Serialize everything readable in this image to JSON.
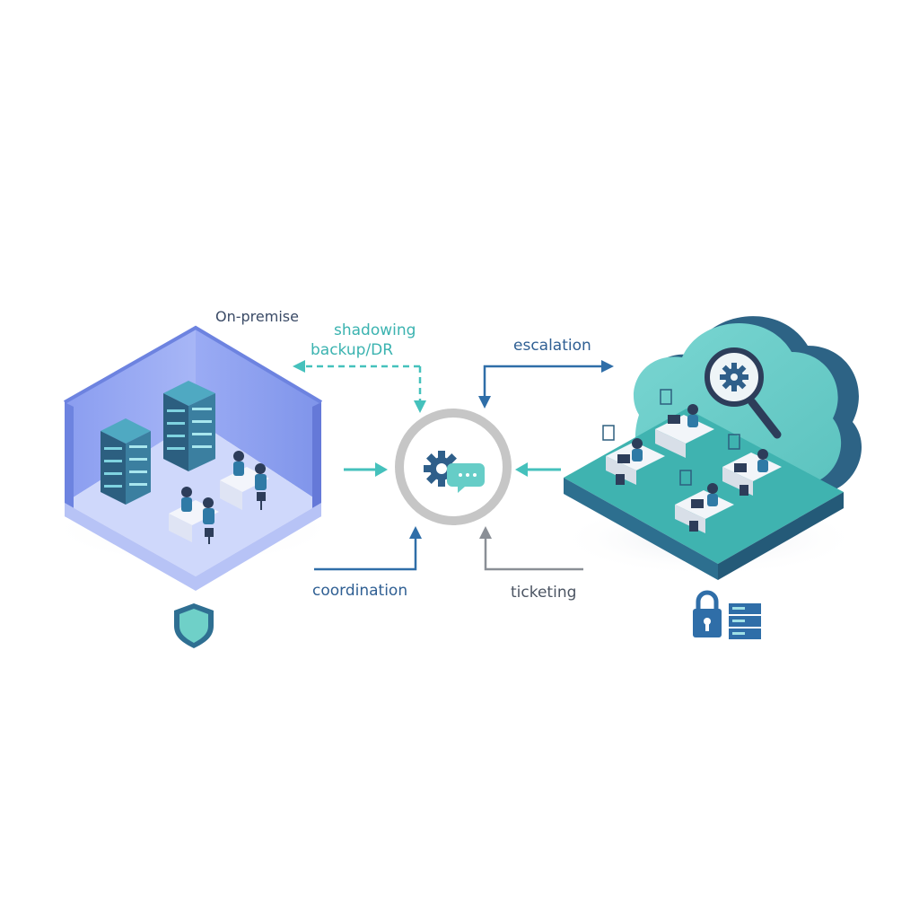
{
  "labels": {
    "on_premise": "On-premise",
    "shadowing": "shadowing",
    "backup_dr": "backup/DR",
    "escalation": "escalation",
    "coordination": "coordination",
    "ticketing": "ticketing"
  },
  "icons": {
    "hub": "gear-chat-icon",
    "on_premise_badge": "shield-icon",
    "cloud_badge_lock": "padlock-icon",
    "cloud_badge_server": "server-stack-icon",
    "cloud_magnifier": "magnifier-gear-icon"
  },
  "colors": {
    "background": "#ffffff",
    "onprem_wall": "#8b9ff0",
    "onprem_floor": "#c8d2fb",
    "cloud_light": "#6fcfcb",
    "cloud_dark": "#2d6385",
    "hub_ring": "#c4c4c4",
    "arrow_blue": "#2f6ea8",
    "arrow_teal": "#45c1bc",
    "arrow_gray": "#8a8f96",
    "navy": "#223f63"
  }
}
